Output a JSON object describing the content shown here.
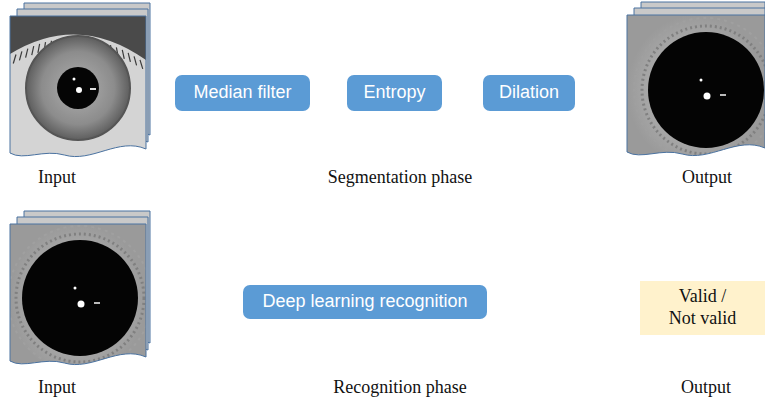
{
  "diagram": {
    "nodes": [
      {
        "text": [
          "Segmentation phase"
        ]
      },
      {
        "text": [
          "Median filter"
        ],
        "in": 0
      },
      {
        "text": [
          "Entropy"
        ],
        "in": 0
      },
      {
        "text": [
          "Dilation"
        ],
        "in": 0
      },
      {
        "text": [
          "Recognition phase"
        ]
      },
      {
        "text": [
          "Deep learning recognition"
        ],
        "in": 4
      },
      {
        "text": [
          "Valid / Not valid"
        ]
      }
    ],
    "labels": [
      "Input",
      "Output",
      "Input",
      "Output"
    ]
  }
}
